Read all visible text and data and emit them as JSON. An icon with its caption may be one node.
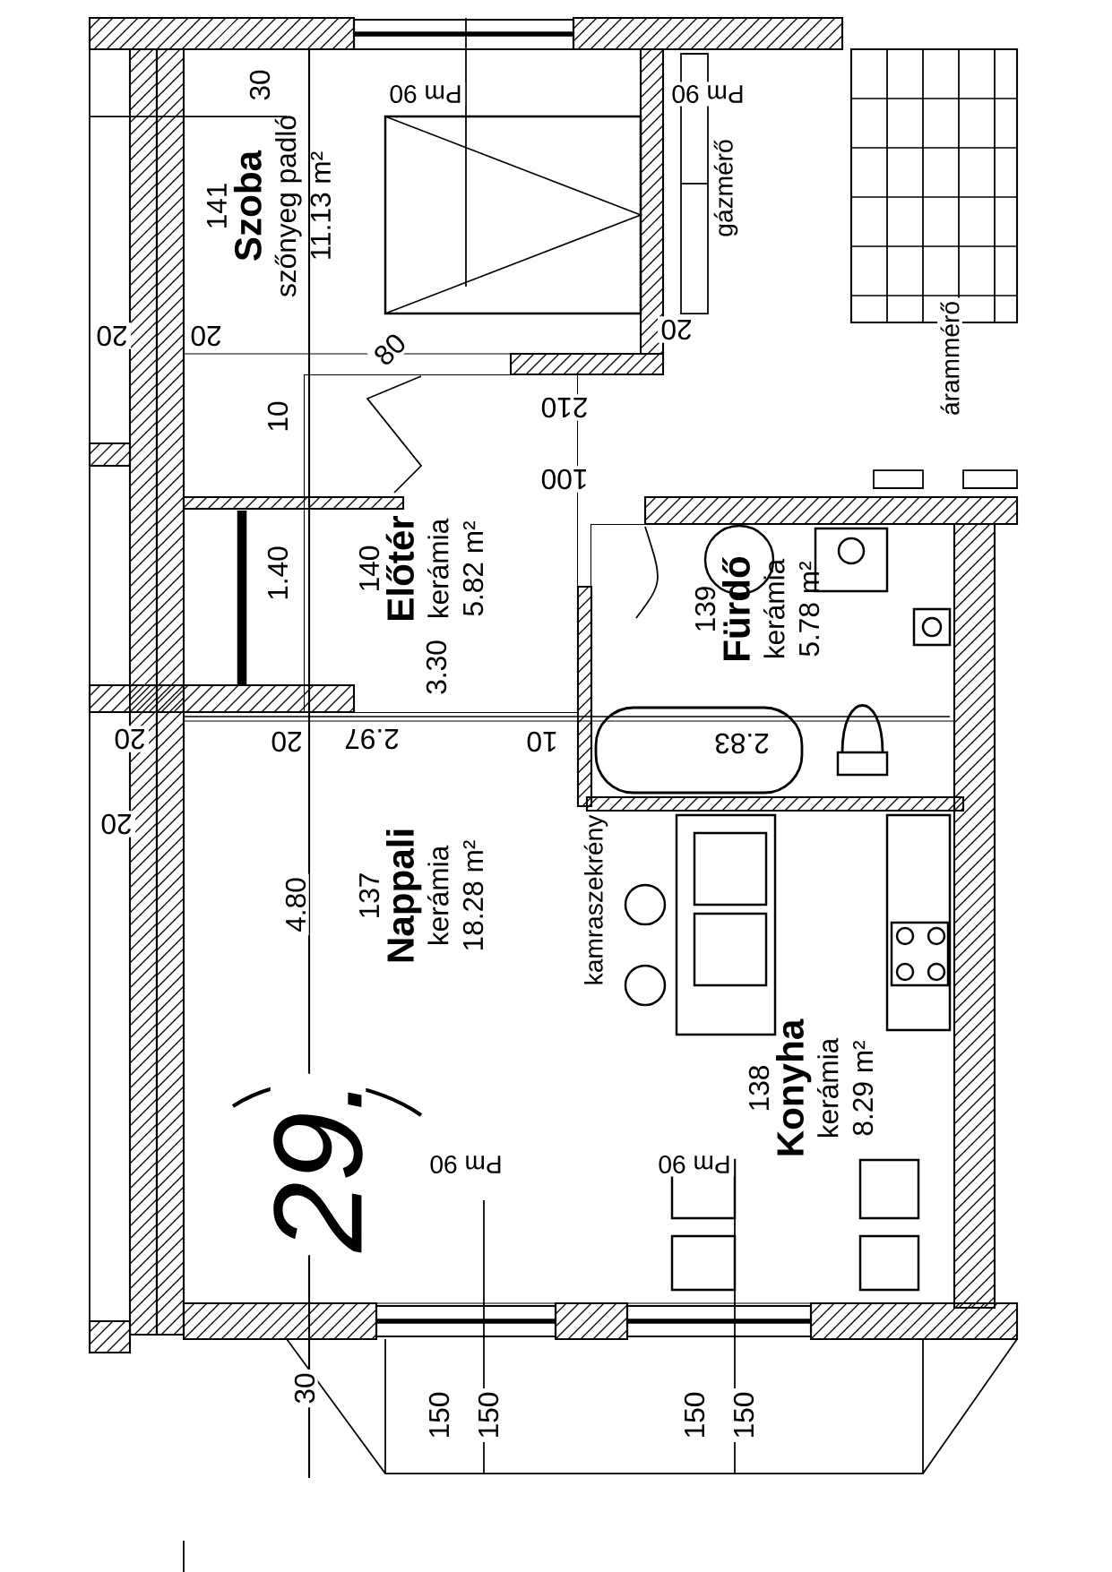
{
  "diagram": {
    "nodes": [
      {
        "text": [
          "141",
          "Szoba",
          "szőnyeg padló",
          "11.13 m²"
        ]
      },
      {
        "text": [
          "140",
          "Előtér",
          "kerámia",
          "5.82 m²"
        ]
      },
      {
        "text": [
          "139",
          "Fürdő",
          "kerámia",
          "5.78 m²"
        ]
      },
      {
        "text": [
          "137",
          "Nappali",
          "kerámia",
          "18.28 m²"
        ]
      },
      {
        "text": [
          "138",
          "Konyha",
          "kerámia",
          "8.29 m²"
        ],
        "in": 3
      }
    ],
    "edges": [],
    "labels": [
      "30",
      "Pm 90",
      "Pm 90",
      "gázmérő",
      "20",
      "20",
      "20",
      "80",
      "210",
      "100",
      "árammérő",
      "10",
      "1.40",
      "20",
      "20",
      "2.97",
      "3.30",
      "10",
      "2.83",
      "20",
      "4.80",
      "kamraszekrény",
      "29.",
      "Pm 90",
      "Pm 90",
      "30",
      "150",
      "150",
      "150",
      "150"
    ]
  }
}
